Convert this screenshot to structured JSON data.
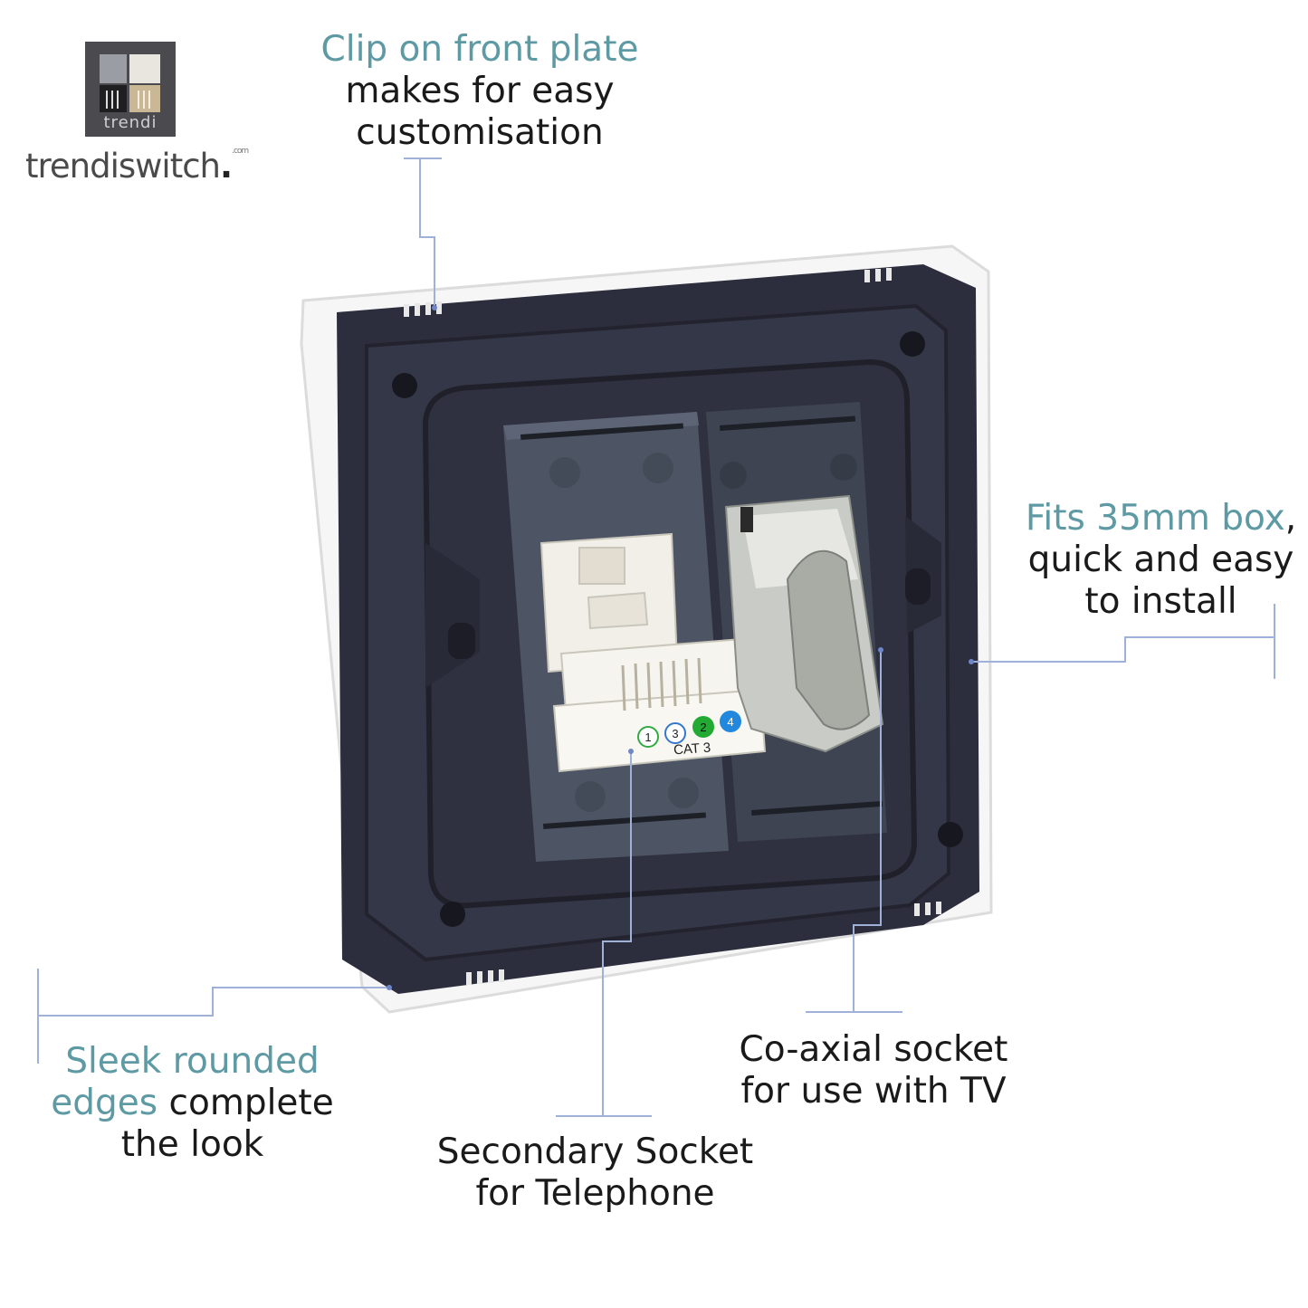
{
  "brand": {
    "logo_badge_text": "trendi",
    "wordmark": "trendiswitch",
    "wordmark_dot": ".",
    "wordmark_suffix": ".com"
  },
  "callouts": {
    "front_plate": {
      "highlight": "Clip on front plate",
      "line2": "makes for easy",
      "line3": "customisation"
    },
    "box": {
      "highlight": "Fits 35mm box",
      "comma": ",",
      "line2": "quick and easy",
      "line3": "to install"
    },
    "edges": {
      "highlight1": "Sleek rounded",
      "highlight2": "edges",
      "rest2": " complete",
      "line3": "the look"
    },
    "telephone": {
      "line1": "Secondary Socket",
      "line2": "for Telephone"
    },
    "coaxial": {
      "line1": "Co-axial socket",
      "line2": "for use with TV"
    }
  },
  "module_labels": {
    "pins": [
      "1",
      "3",
      "2",
      "4"
    ],
    "cat": "CAT 3"
  },
  "colors": {
    "accent_text": "#5e9aa3",
    "leader_line": "#9fb1d9",
    "plate_dark": "#2e3040",
    "module_grey": "#555c6a",
    "pin1": "#33aa44",
    "pin3": "#3377cc",
    "pin2": "#22aa33",
    "pin4": "#2288dd"
  }
}
